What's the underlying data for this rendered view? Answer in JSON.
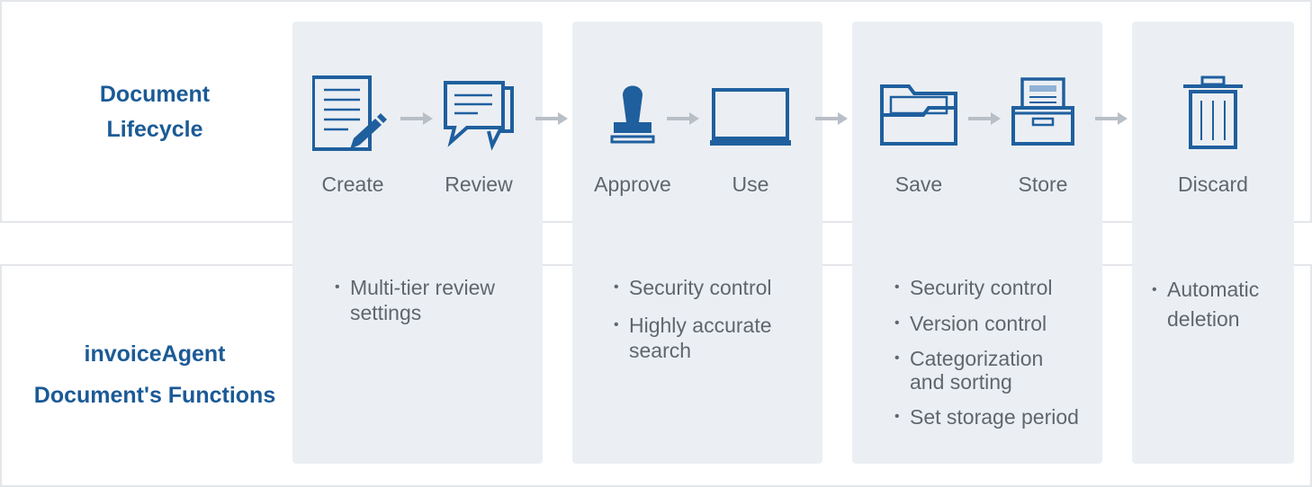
{
  "rows": {
    "lifecycle_title": [
      "Document",
      "Lifecycle"
    ],
    "functions_title": [
      "invoiceAgent",
      "Document's Functions"
    ]
  },
  "stages": [
    {
      "label": "Create",
      "icon": "document-pencil-icon"
    },
    {
      "label": "Review",
      "icon": "chat-bubbles-icon"
    },
    {
      "label": "Approve",
      "icon": "stamp-icon"
    },
    {
      "label": "Use",
      "icon": "laptop-icon"
    },
    {
      "label": "Save",
      "icon": "folder-icon"
    },
    {
      "label": "Store",
      "icon": "file-box-icon"
    },
    {
      "label": "Discard",
      "icon": "trash-bin-icon"
    }
  ],
  "features": [
    {
      "items": [
        [
          "Multi-tier review",
          "settings"
        ]
      ]
    },
    {
      "items": [
        [
          "Security control"
        ],
        [
          "Highly accurate",
          "search"
        ]
      ]
    },
    {
      "items": [
        [
          "Security control"
        ],
        [
          "Version control"
        ],
        [
          "Categorization",
          "and sorting"
        ],
        [
          "Set storage period"
        ]
      ]
    },
    {
      "items": [
        [
          "Automatic",
          "deletion"
        ]
      ]
    }
  ],
  "colors": {
    "accent": "#1b5a96",
    "icon": "#1f5f9e",
    "text": "#5f666d",
    "arrow": "#b9bfc6",
    "panel": "#ebeff3",
    "border": "#e3e6ea"
  }
}
